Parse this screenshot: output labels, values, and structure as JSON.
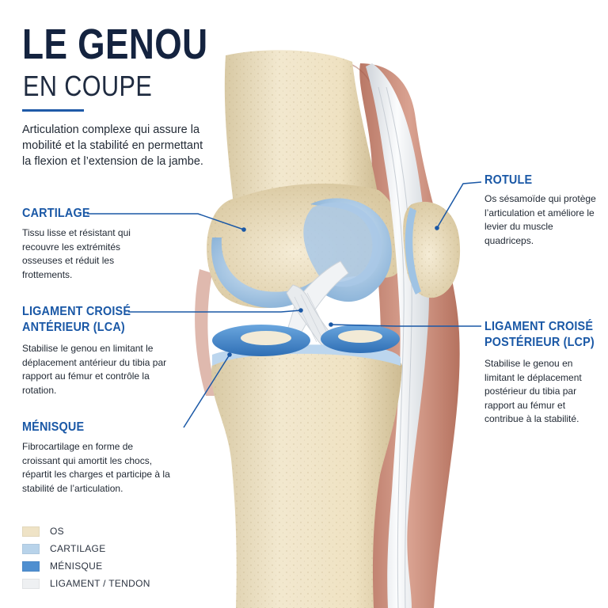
{
  "header": {
    "title": "LE GENOU",
    "subtitle": "EN COUPE",
    "intro": "Articulation complexe qui assure la mobilité et la stabilité en permettant la flexion et l’extension de la jambe."
  },
  "labels": {
    "cartilage": {
      "title": "CARTILAGE",
      "text": "Tissu lisse et résistant qui recouvre les extrémités osseuses et réduit les frottements."
    },
    "lca": {
      "title_line1": "LIGAMENT CROISÉ",
      "title_line2": "ANTÉRIEUR (LCA)",
      "text": "Stabilise le genou en limitant le déplacement antérieur du tibia par rapport au fémur et contrôle la rotation."
    },
    "menisque": {
      "title": "MÉNISQUE",
      "text": "Fibrocartilage en forme de croissant qui amortit les chocs, répartit les charges et participe à la stabilité de l’articulation."
    },
    "rotule": {
      "title": "ROTULE",
      "text": "Os sésamoïde qui protège l’articulation et améliore le levier du muscle quadriceps."
    },
    "lcp": {
      "title_line1": "LIGAMENT CROISÉ",
      "title_line2": "POSTÉRIEUR (LCP)",
      "text": "Stabilise le genou en limitant le déplacement postérieur du tibia par rapport au fémur et contribue à la stabilité."
    }
  },
  "legend": [
    {
      "label": "OS",
      "color": "#efe3c6"
    },
    {
      "label": "CARTILAGE",
      "color": "#b8d3ea"
    },
    {
      "label": "MÉNISQUE",
      "color": "#4f8fd0"
    },
    {
      "label": "LIGAMENT / TENDON",
      "color": "#eef0f2"
    }
  ],
  "colors": {
    "accent": "#1a58a6",
    "title": "#14233f",
    "bone": "#efe3c6",
    "cartilage": "#b8d3ea",
    "meniscus": "#4f8fd0",
    "ligament": "#eef0f2",
    "muscle": "#c98a78"
  }
}
